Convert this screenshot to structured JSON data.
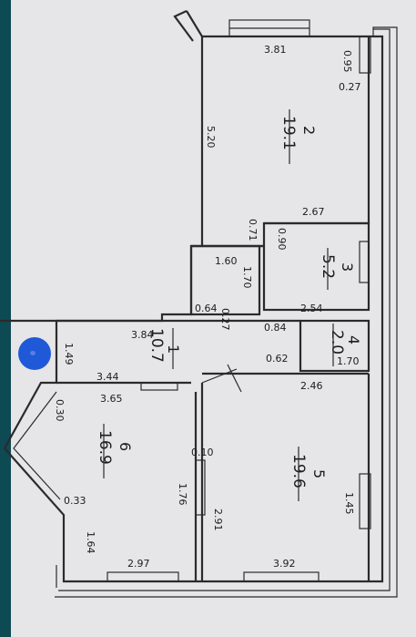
{
  "rooms": [
    {
      "number": "1",
      "area": "10.7"
    },
    {
      "number": "2",
      "area": "19.1"
    },
    {
      "number": "3",
      "area": "5.2"
    },
    {
      "number": "4",
      "area": "2.0"
    },
    {
      "number": "5",
      "area": "19.6"
    },
    {
      "number": "6",
      "area": "16.9"
    }
  ],
  "dimensions": {
    "d381": "3.81",
    "d095": "0.95",
    "d027a": "0.27",
    "d520": "5.20",
    "d267": "2.67",
    "d071": "0.71",
    "d090": "0.90",
    "d160": "1.60",
    "d170a": "1.70",
    "d254": "2.54",
    "d064": "0.64",
    "d027b": "0.27",
    "d384": "3.84",
    "d084": "0.84",
    "d062": "0.62",
    "d170b": "1.70",
    "d149": "1.49",
    "d344": "3.44",
    "d365": "3.65",
    "d246": "2.46",
    "d030": "0.30",
    "d010": "0.10",
    "d033": "0.33",
    "d176": "1.76",
    "d291": "2.91",
    "d145": "1.45",
    "d164": "1.64",
    "d297": "2.97",
    "d392": "3.92"
  },
  "colors": {
    "marker": "#1f59d8",
    "wall": "#2b2b2b",
    "background": "#e6e6e8"
  }
}
